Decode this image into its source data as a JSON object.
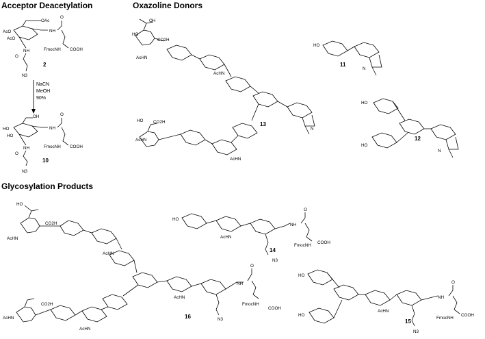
{
  "headings": {
    "acceptor": "Acceptor Deacetylation",
    "donors": "Oxazoline Donors",
    "products": "Glycosylation Products"
  },
  "conditions": {
    "line1": "NaCN",
    "line2": "MeOH",
    "line3": "90%"
  },
  "compounds": {
    "c2": "2",
    "c10": "10",
    "c11": "11",
    "c12": "12",
    "c13": "13",
    "c14": "14",
    "c15": "15",
    "c16": "16"
  },
  "atoms": {
    "oac": "OAc",
    "aco": "AcO",
    "nh": "NH",
    "n": "N",
    "fmocnh": "FmocNH",
    "cooh": "COOH",
    "co2h": "CO2H",
    "achn": "AcHN",
    "ho": "HO",
    "oh": "OH",
    "o": "O",
    "n3": "N3"
  }
}
